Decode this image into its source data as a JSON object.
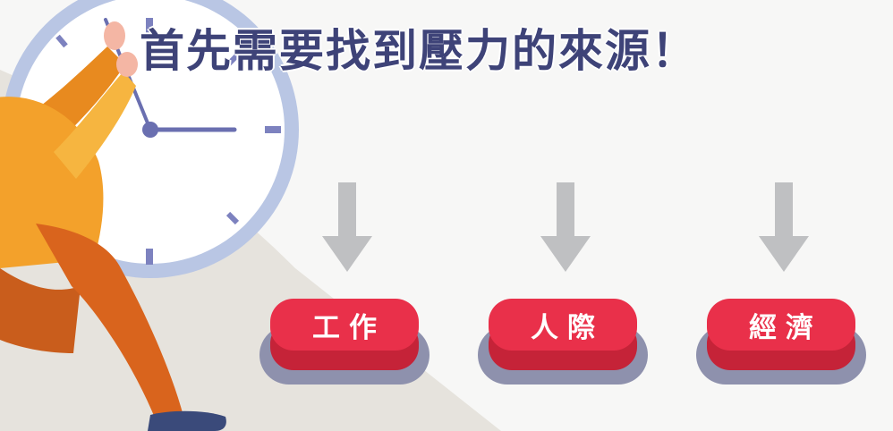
{
  "headline": "首先需要找到壓力的來源！",
  "buttons": [
    {
      "label": "工作"
    },
    {
      "label": "人際"
    },
    {
      "label": "經濟"
    }
  ],
  "icons": {
    "arrow": "down-arrow-icon",
    "clock": "clock-icon"
  },
  "colors": {
    "background": "#f7f7f6",
    "headline": "#3e4378",
    "arrow": "#bfc0c2",
    "button_face": "#e9304a",
    "button_side": "#c52338",
    "button_base": "#8e91ad",
    "clock_rim": "#b9c6e4",
    "shirt": "#f3a12b",
    "pants": "#d9641d"
  }
}
